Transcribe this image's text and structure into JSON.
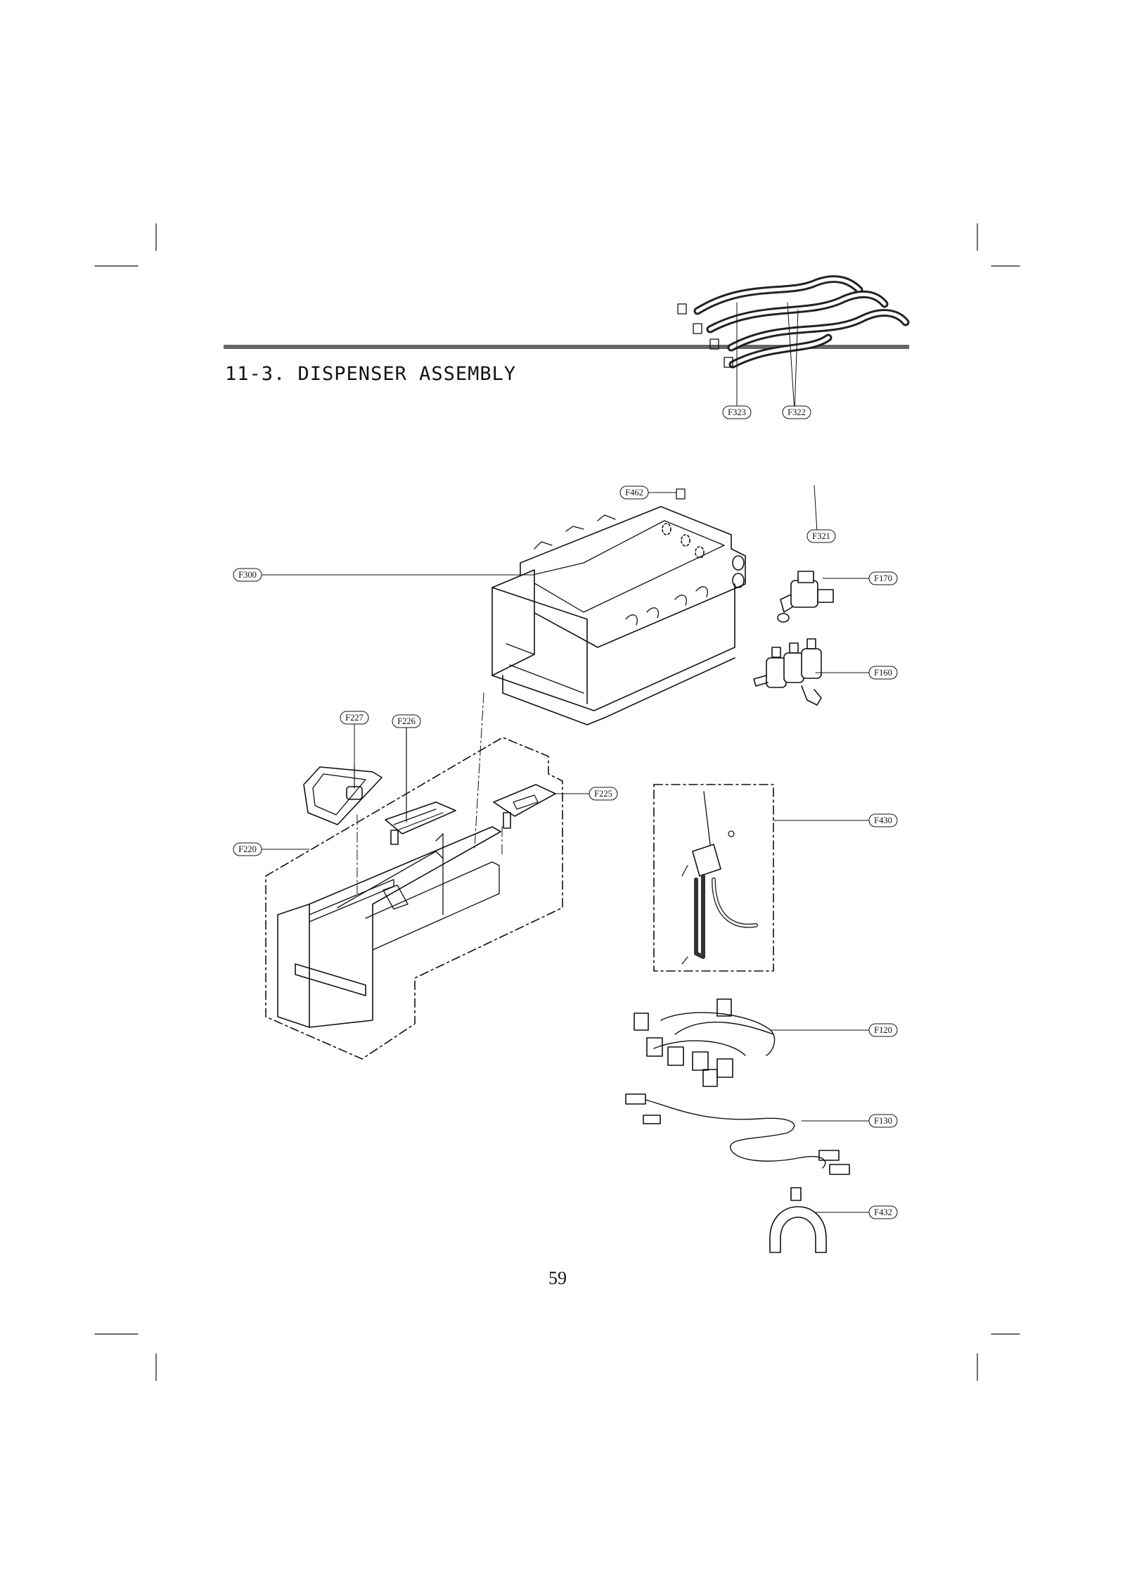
{
  "section": {
    "title": "11-3. DISPENSER ASSEMBLY"
  },
  "page": {
    "number": "59"
  },
  "callouts": {
    "F323": "F323",
    "F322": "F322",
    "F462": "F462",
    "F321": "F321",
    "F300": "F300",
    "F170": "F170",
    "F160": "F160",
    "F227": "F227",
    "F226": "F226",
    "F225": "F225",
    "F220": "F220",
    "F430": "F430",
    "F120": "F120",
    "F130": "F130",
    "F432": "F432"
  }
}
